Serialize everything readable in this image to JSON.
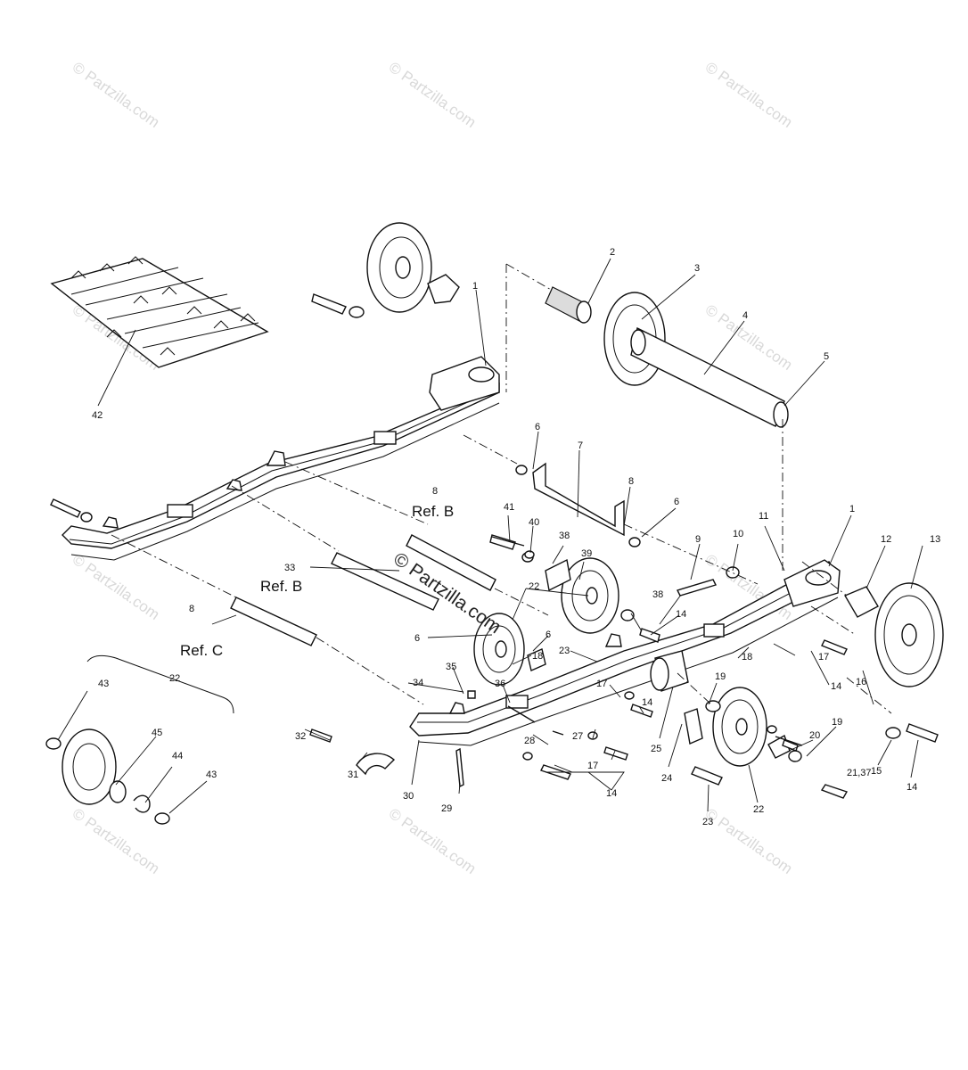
{
  "watermark": {
    "text": "© Partzilla.com",
    "center_text": "© Partzilla.com"
  },
  "reference_labels": {
    "ref_b_upper": "Ref. B",
    "ref_b_lower": "Ref. B",
    "ref_c": "Ref. C"
  },
  "callouts": [
    "1",
    "2",
    "3",
    "4",
    "5",
    "6",
    "7",
    "8",
    "6",
    "8",
    "41",
    "40",
    "38",
    "39",
    "9",
    "10",
    "11",
    "1",
    "12",
    "13",
    "33",
    "22",
    "6",
    "6",
    "38",
    "14",
    "18",
    "23",
    "18",
    "17",
    "14",
    "16",
    "8",
    "35",
    "34",
    "36",
    "17",
    "14",
    "27",
    "28",
    "32",
    "31",
    "30",
    "29",
    "17",
    "14",
    "25",
    "19",
    "20",
    "19",
    "21,37",
    "15",
    "14",
    "24",
    "22",
    "23",
    "42",
    "43",
    "22",
    "45",
    "44",
    "43"
  ],
  "colors": {
    "line": "#111111",
    "watermark": "#d9d9d9",
    "background": "#ffffff"
  }
}
